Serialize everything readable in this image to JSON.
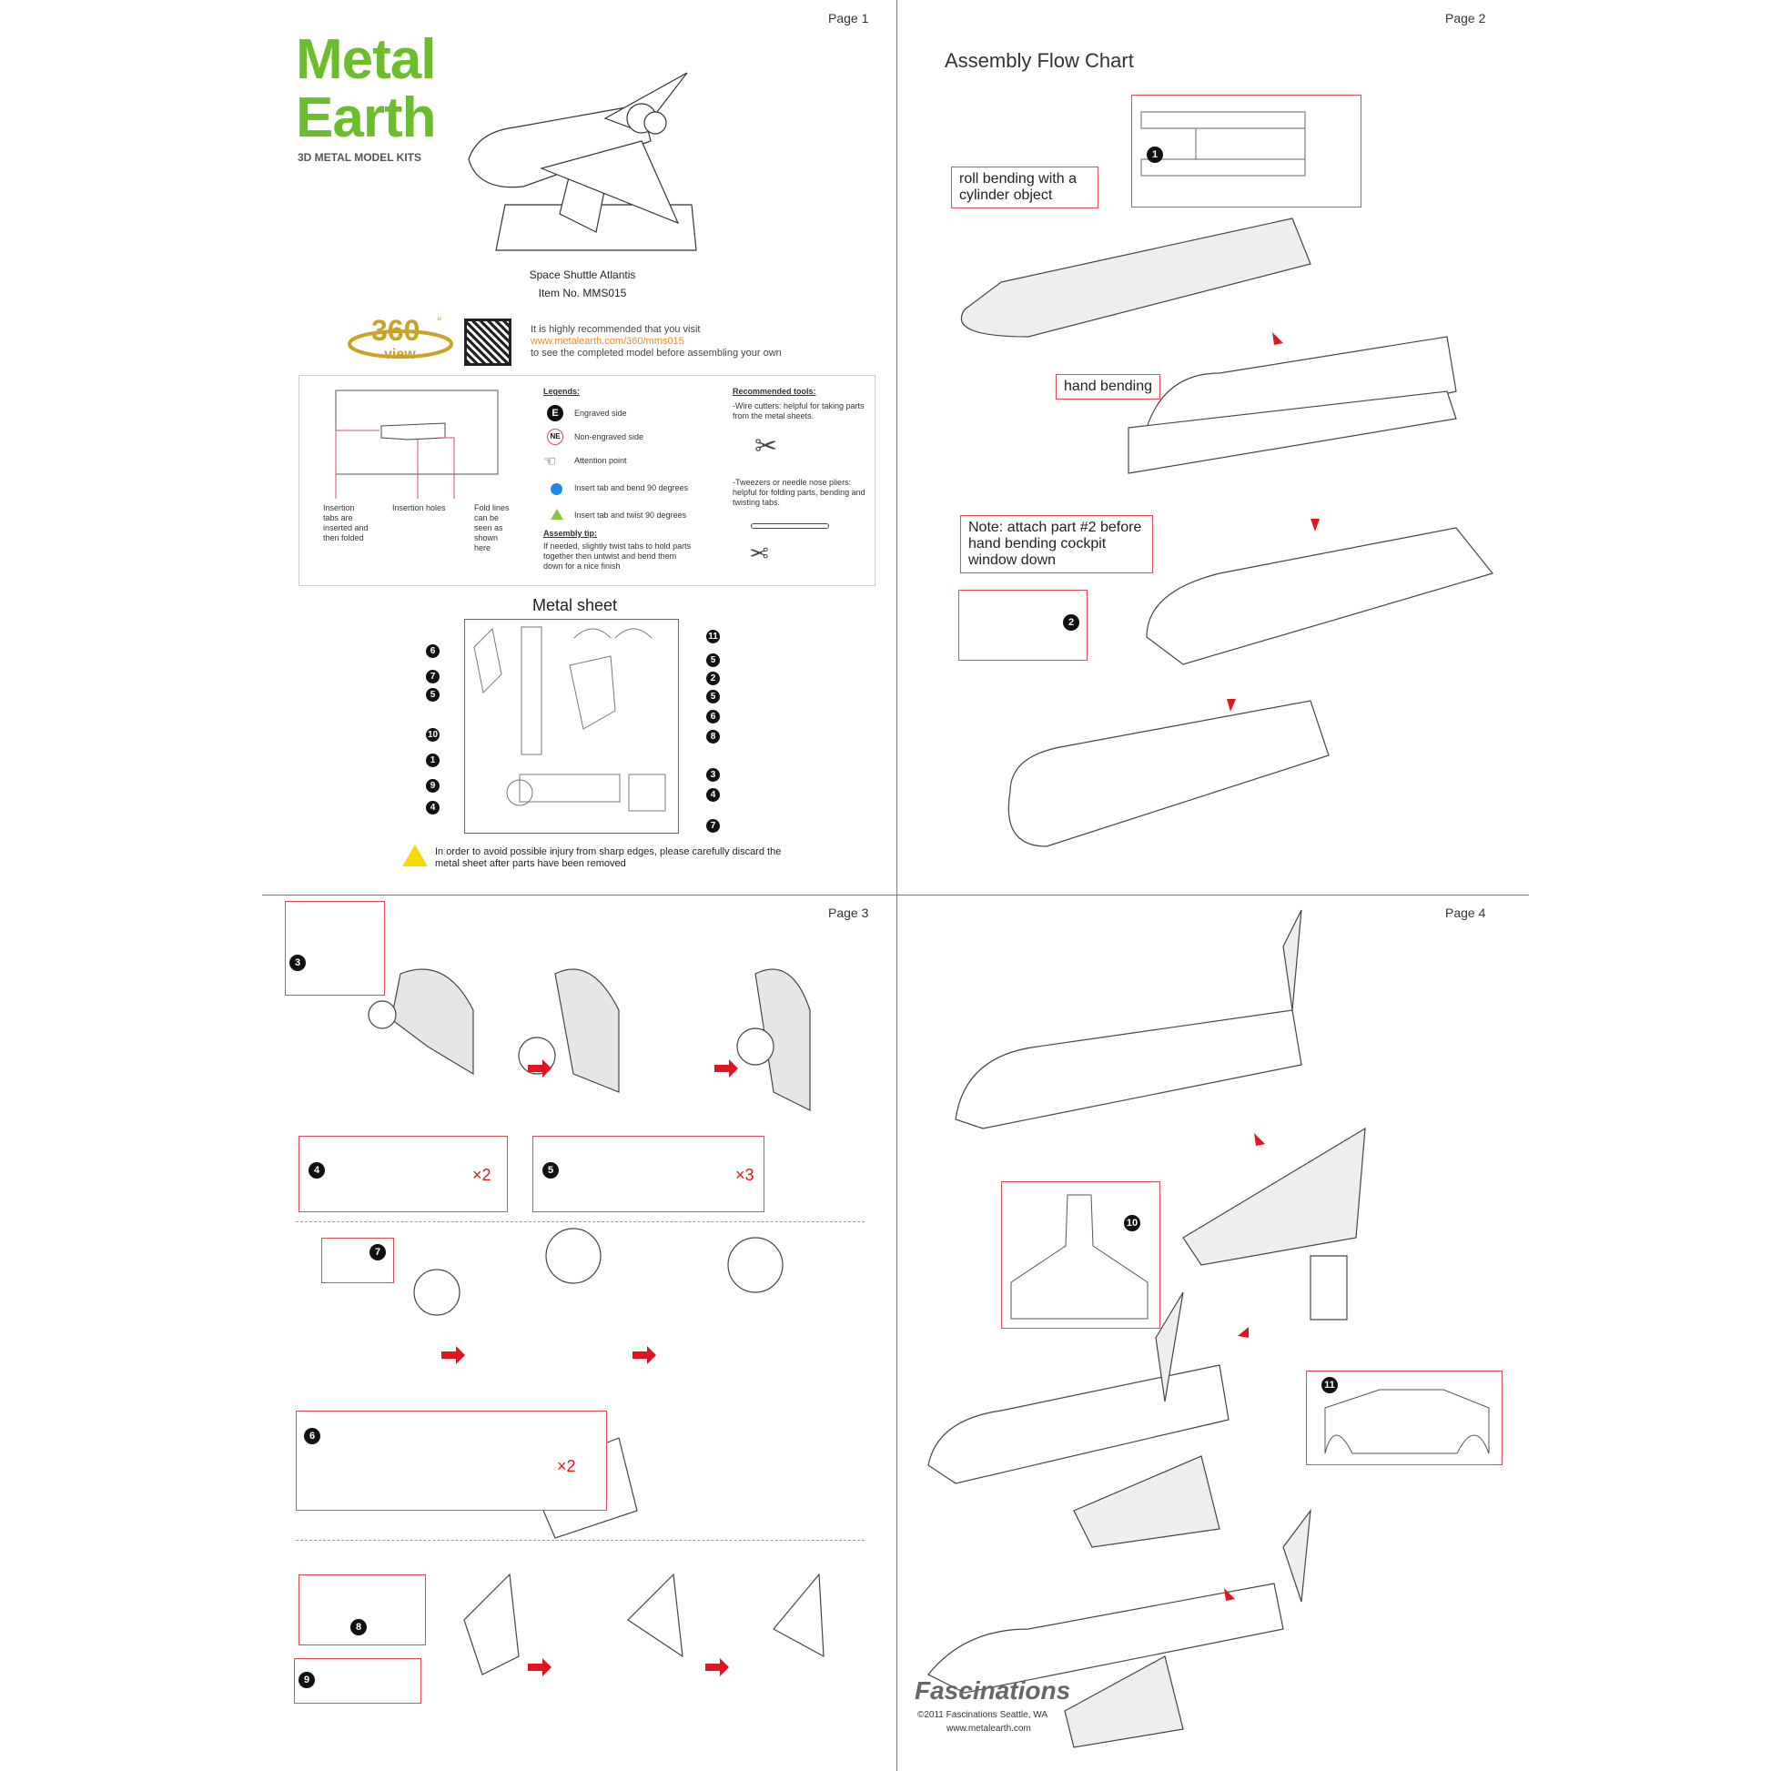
{
  "pages": [
    "Page 1",
    "Page 2",
    "Page 3",
    "Page 4"
  ],
  "brand": {
    "name_line1": "Metal",
    "name_line2": "Earth",
    "tagline": "3D METAL MODEL KITS"
  },
  "product": {
    "name": "Space Shuttle Atlantis",
    "item": "Item No. MMS015"
  },
  "view360": {
    "badge_number": "360",
    "badge_degree": "°",
    "badge_word": "view",
    "line1": "It is highly recommended that you visit",
    "url": "www.metalearth.com/360/mms015",
    "line3": "to see the completed model before assembling your own"
  },
  "diagram_labels": {
    "tabs": "Insertion tabs are inserted and then folded",
    "holes": "Insertion holes",
    "fold": "Fold lines can be seen as shown here"
  },
  "legends": {
    "title": "Legends:",
    "items": [
      {
        "icon": "E",
        "label": "Engraved side"
      },
      {
        "icon": "NE",
        "label": "Non-engraved side"
      },
      {
        "icon": "hand-pointer",
        "label": "Attention point"
      },
      {
        "icon": "blue-dot",
        "label": "Insert tab and bend 90 degrees"
      },
      {
        "icon": "green-triangle",
        "label": "Insert tab and twist 90 degrees"
      }
    ],
    "tip_title": "Assembly tip:",
    "tip": "If needed, slightly twist tabs to hold parts together then untwist and bend them down for a nice finish"
  },
  "tools": {
    "title": "Recommended tools:",
    "cutters": "-Wire cutters: helpful for taking parts from the metal sheets.",
    "tweezers": "-Tweezers or needle nose pliers: helpful for folding parts, bending and twisting tabs."
  },
  "sheet": {
    "title": "Metal sheet",
    "left_numbers": [
      "6",
      "7",
      "5",
      "10",
      "1",
      "9",
      "4"
    ],
    "right_numbers": [
      "11",
      "5",
      "2",
      "5",
      "6",
      "8",
      "3",
      "4",
      "7"
    ]
  },
  "warning": "In order to avoid possible injury from sharp edges, please carefully discard the metal sheet after parts have been removed",
  "page2": {
    "title": "Assembly Flow Chart",
    "notes": {
      "roll": "roll bending with a cylinder object",
      "hand": "hand bending",
      "attach": "Note: attach part #2 before hand bending cockpit window down"
    },
    "parts": [
      "1",
      "2"
    ]
  },
  "page3": {
    "parts": [
      "3",
      "4",
      "5",
      "7",
      "6",
      "8",
      "9"
    ],
    "multipliers": [
      "×2",
      "×3",
      "×2"
    ]
  },
  "page4": {
    "parts": [
      "10",
      "11"
    ]
  },
  "footer": {
    "company": "Fascinations",
    "copyright": "©2011 Fascinations Seattle, WA",
    "site": "www.metalearth.com"
  },
  "colors": {
    "green": "#6cbd2c",
    "red": "#e3141f",
    "blue": "#1e88e5",
    "gold": "#c9a227",
    "orange": "#f08a1c"
  }
}
